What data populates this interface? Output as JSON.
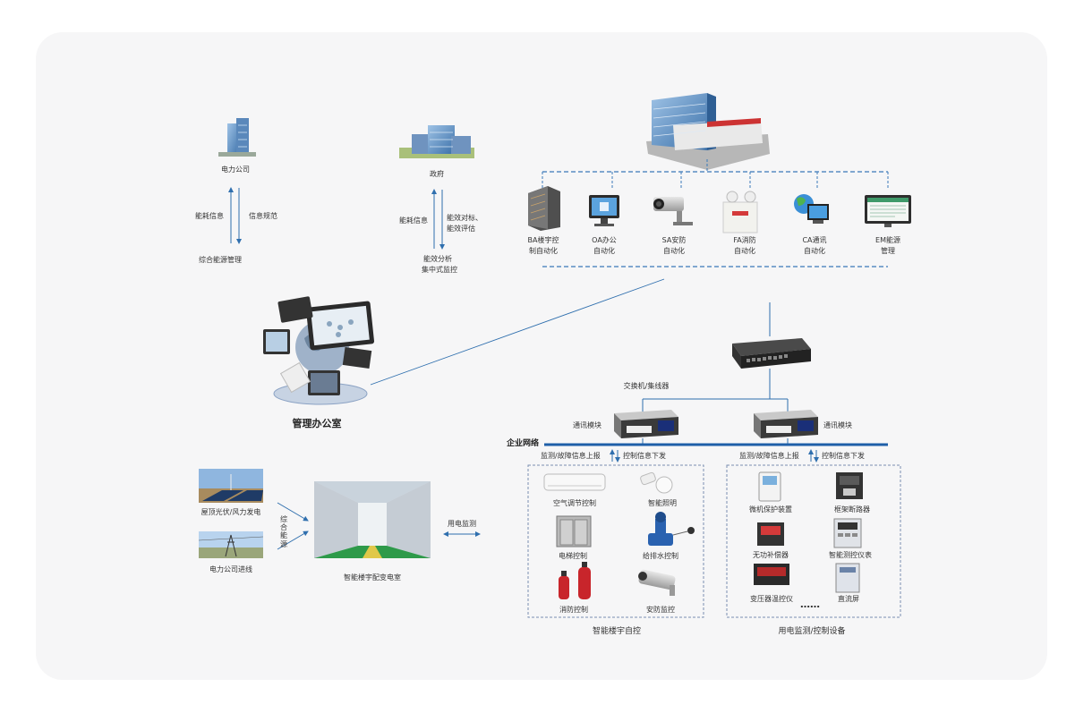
{
  "colors": {
    "line": "#2f6fae",
    "dash": "#3a78b8",
    "bus": "#1f5fa8",
    "box": "#7a8fb0"
  },
  "top": {
    "power_company": "电力公司",
    "energy_info": "能耗信息",
    "info_regulation": "信息规范",
    "integrated_mgmt": "综合能源管理",
    "government": "政府",
    "gov_energy_info": "能耗信息",
    "efficiency_benchmark": [
      "能效对标、",
      "能效评估"
    ],
    "efficiency_analysis": [
      "能效分析",
      "集中式监控"
    ]
  },
  "subsystems": [
    {
      "lines": [
        "BA楼宇控",
        "制自动化"
      ],
      "icon": "building-icon"
    },
    {
      "lines": [
        "OA办公",
        "自动化"
      ],
      "icon": "monitor-icon"
    },
    {
      "lines": [
        "SA安防",
        "自动化"
      ],
      "icon": "camera-icon"
    },
    {
      "lines": [
        "FA消防",
        "自动化"
      ],
      "icon": "emergency-light-icon"
    },
    {
      "lines": [
        "CA通讯",
        "自动化"
      ],
      "icon": "globe-computer-icon"
    },
    {
      "lines": [
        "EM能源",
        "管理"
      ],
      "icon": "screen-icon"
    }
  ],
  "management_office": "管理办公室",
  "switch_label": "交换机/集线器",
  "comm_module_left": "通讯模块",
  "comm_module_right": "通讯模块",
  "enterprise_network": "企业网络",
  "monitor_up_left": "监测/故障信息上报",
  "control_down_left": "控制信息下发",
  "monitor_up_right": "监测/故障信息上报",
  "control_down_right": "控制信息下发",
  "building_auto_items": [
    "空气调节控制",
    "智能照明",
    "电梯控制",
    "给排水控制",
    "消防控制",
    "安防监控"
  ],
  "building_auto_title": "智能楼宇自控",
  "power_items": [
    "微机保护装置",
    "框架断路器",
    "无功补偿器",
    "智能测控仪表",
    "变压器温控仪",
    "直流屏"
  ],
  "power_ellipsis": "……",
  "power_title": "用电监测/控制设备",
  "sources": [
    "屋顶光伏/风力发电",
    "电力公司进线"
  ],
  "supply_label": [
    "综",
    "合",
    "能",
    "源"
  ],
  "substation": "智能楼宇配变电室",
  "power_monitoring": "用电监测"
}
